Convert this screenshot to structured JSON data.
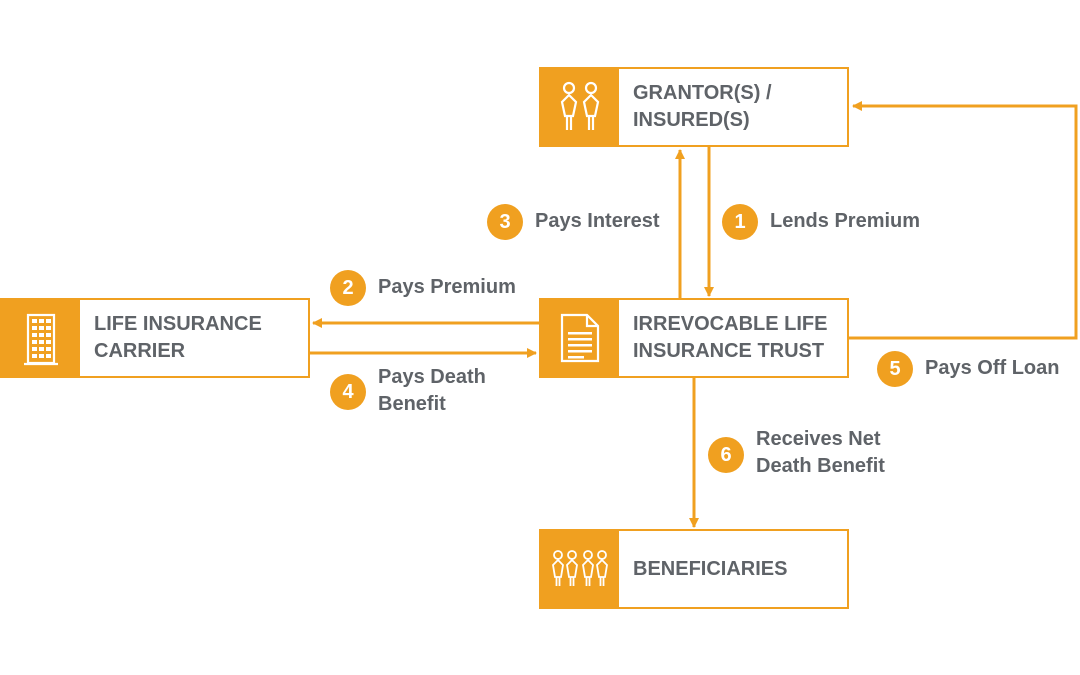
{
  "colors": {
    "accent": "#f0a020",
    "text": "#5f6368"
  },
  "nodes": {
    "grantor": {
      "label": "GRANTOR(S) /\nINSURED(S)",
      "icon": "couple-icon"
    },
    "carrier": {
      "label": "LIFE INSURANCE\nCARRIER",
      "icon": "building-icon"
    },
    "trust": {
      "label": "IRREVOCABLE LIFE\nINSURANCE TRUST",
      "icon": "document-icon"
    },
    "beneficiaries": {
      "label": "BENEFICIARIES",
      "icon": "group-icon"
    }
  },
  "steps": [
    {
      "num": "1",
      "text": "Lends Premium"
    },
    {
      "num": "2",
      "text": "Pays Premium"
    },
    {
      "num": "3",
      "text": "Pays Interest"
    },
    {
      "num": "4",
      "text": "Pays Death\nBenefit"
    },
    {
      "num": "5",
      "text": "Pays Off Loan"
    },
    {
      "num": "6",
      "text": "Receives Net\nDeath Benefit"
    }
  ]
}
